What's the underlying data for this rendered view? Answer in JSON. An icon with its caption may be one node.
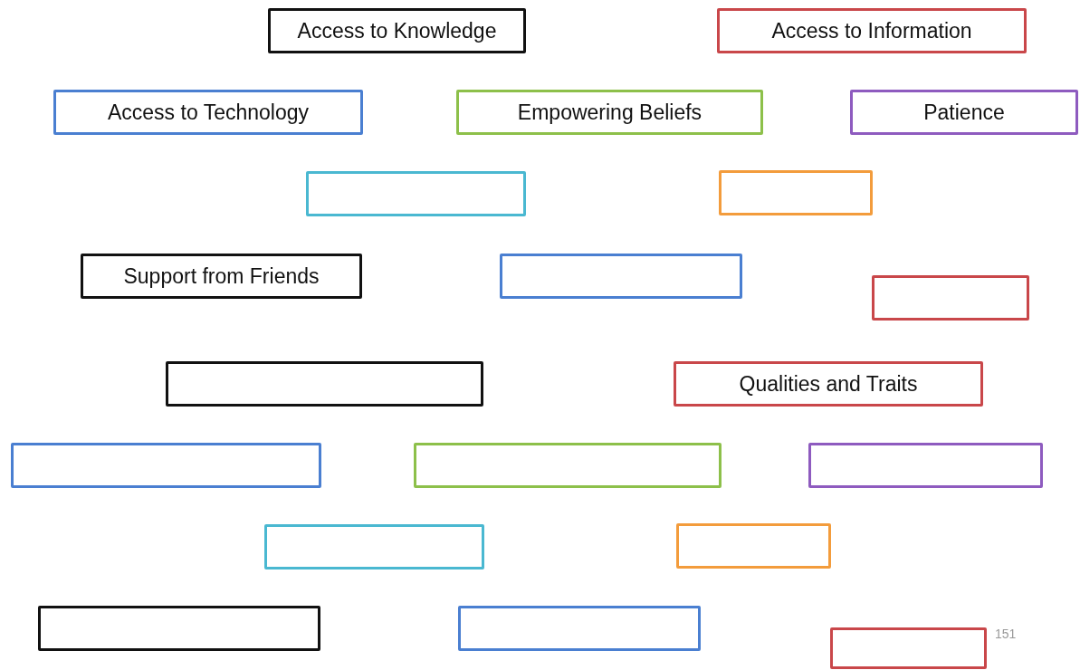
{
  "diagram": {
    "nodes": [
      {
        "text": [
          "Access to Knowledge"
        ]
      },
      {
        "text": [
          "Access to Information"
        ]
      },
      {
        "text": [
          "Access to Technology"
        ]
      },
      {
        "text": [
          "Empowering Beliefs"
        ]
      },
      {
        "text": [
          "Patience"
        ]
      },
      {
        "text": [],
        "shape": "box"
      },
      {
        "text": [],
        "shape": "box"
      },
      {
        "text": [
          "Support from Friends"
        ]
      },
      {
        "text": [],
        "shape": "box"
      },
      {
        "text": [],
        "shape": "box"
      },
      {
        "text": [],
        "shape": "box"
      },
      {
        "text": [
          "Qualities and Traits"
        ]
      },
      {
        "text": [],
        "shape": "box"
      },
      {
        "text": [],
        "shape": "box"
      },
      {
        "text": [],
        "shape": "box"
      },
      {
        "text": [],
        "shape": "box"
      },
      {
        "text": [],
        "shape": "box"
      },
      {
        "text": [],
        "shape": "box"
      },
      {
        "text": [],
        "shape": "box"
      },
      {
        "text": [],
        "shape": "box"
      }
    ],
    "labels": [
      "151"
    ]
  }
}
